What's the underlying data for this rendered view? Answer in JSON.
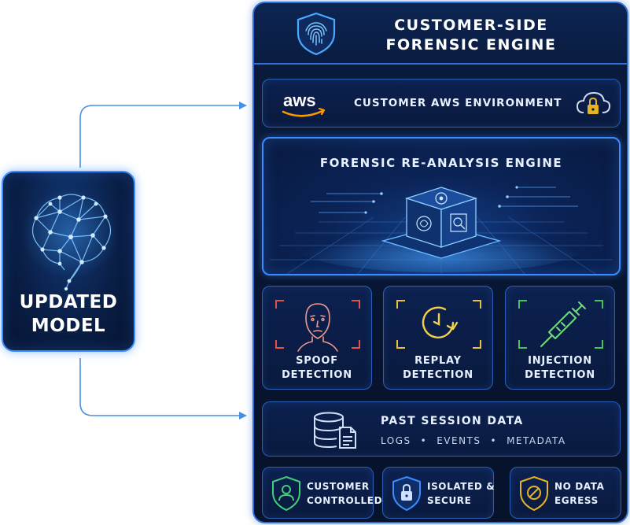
{
  "model": {
    "title_line1": "UPDATED",
    "title_line2": "MODEL",
    "icon": "neural-brain-icon"
  },
  "engine": {
    "title_line1": "CUSTOMER-SIDE",
    "title_line2": "FORENSIC ENGINE",
    "icon": "fingerprint-shield-icon",
    "aws": {
      "logo_text": "aws",
      "label": "CUSTOMER AWS ENVIRONMENT",
      "icon": "cloud-lock-icon"
    },
    "reanalysis": {
      "title": "FORENSIC RE-ANALYSIS ENGINE",
      "icon": "analysis-cube-icon"
    },
    "detections": [
      {
        "line1": "SPOOF",
        "line2": "DETECTION",
        "icon": "face-icon",
        "bracket_color": "#e0524a"
      },
      {
        "line1": "REPLAY",
        "line2": "DETECTION",
        "icon": "replay-clock-icon",
        "bracket_color": "#e8c13a"
      },
      {
        "line1": "INJECTION",
        "line2": "DETECTION",
        "icon": "syringe-icon",
        "bracket_color": "#49c25c"
      }
    ],
    "past_session": {
      "title": "PAST SESSION DATA",
      "items": [
        "LOGS",
        "EVENTS",
        "METADATA"
      ],
      "icon": "database-document-icon"
    },
    "features": [
      {
        "line1": "CUSTOMER",
        "line2": "CONTROLLED",
        "icon": "user-shield-icon",
        "color": "#3fcf7a"
      },
      {
        "line1": "ISOLATED &",
        "line2": "SECURE",
        "icon": "lock-shield-icon",
        "color": "#3c8cff"
      },
      {
        "line1": "NO DATA",
        "line2": "EGRESS",
        "icon": "no-entry-shield-icon",
        "color": "#e6b422"
      }
    ]
  },
  "colors": {
    "accent": "#3c8cff",
    "panel_bg": "#0a1c3f",
    "connector": "#4a90e2",
    "aws_orange": "#ff9900"
  }
}
